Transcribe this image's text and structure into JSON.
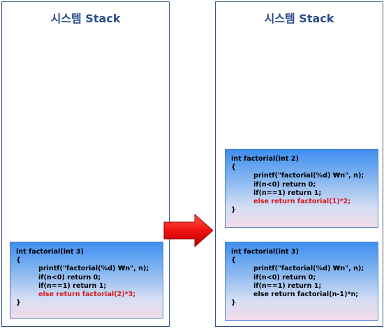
{
  "left_panel": {
    "title": "시스템 Stack",
    "frame": {
      "lines": [
        "int factorial(int 3)",
        "{",
        "printf(\"factorial(%d) ₩n\", n);",
        "if(n<0) return 0;",
        "if(n==1) return 1;",
        "else return factorial(2)*3;",
        "}"
      ]
    }
  },
  "right_panel": {
    "title": "시스템 Stack",
    "top_frame": {
      "lines": [
        "int factorial(int 2)",
        "{",
        "printf(\"factorial(%d) ₩n\", n);",
        "if(n<0) return 0;",
        "if(n==1) return 1;",
        "else return factorial(1)*2;",
        "}"
      ]
    },
    "bottom_frame": {
      "lines": [
        "int factorial(int 3)",
        "{",
        "printf(\"factorial(%d) ₩n\", n);",
        "if(n<0) return 0;",
        "if(n==1) return 1;",
        "else return factorial(n-1)*n;",
        "}"
      ]
    }
  },
  "colors": {
    "title": "#2a4f8a",
    "highlight": "#d81818",
    "arrow": "#ee1111"
  }
}
